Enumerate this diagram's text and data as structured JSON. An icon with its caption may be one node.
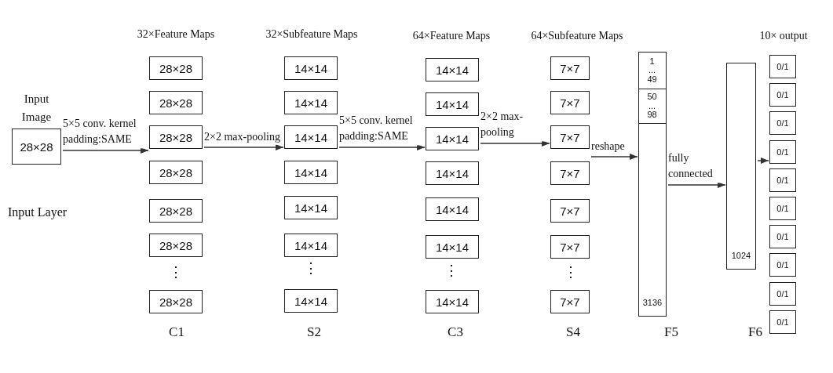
{
  "diagram": {
    "nodes": [
      {
        "text": [
          "Input Image",
          "28×28"
        ]
      },
      {
        "text": [
          "28×28"
        ]
      },
      {
        "text": [
          "28×28"
        ]
      },
      {
        "text": [
          "28×28"
        ]
      },
      {
        "text": [
          "28×28"
        ]
      },
      {
        "text": [
          "28×28"
        ]
      },
      {
        "text": [
          "28×28"
        ]
      },
      {
        "text": [
          "28×28"
        ]
      },
      {
        "text": [
          "14×14"
        ]
      },
      {
        "text": [
          "14×14"
        ]
      },
      {
        "text": [
          "14×14"
        ]
      },
      {
        "text": [
          "14×14"
        ]
      },
      {
        "text": [
          "14×14"
        ]
      },
      {
        "text": [
          "14×14"
        ]
      },
      {
        "text": [
          "14×14"
        ]
      },
      {
        "text": [
          "14×14"
        ]
      },
      {
        "text": [
          "14×14"
        ]
      },
      {
        "text": [
          "14×14"
        ]
      },
      {
        "text": [
          "14×14"
        ]
      },
      {
        "text": [
          "14×14"
        ]
      },
      {
        "text": [
          "14×14"
        ]
      },
      {
        "text": [
          "14×14"
        ]
      },
      {
        "text": [
          "7×7"
        ]
      },
      {
        "text": [
          "7×7"
        ]
      },
      {
        "text": [
          "7×7"
        ]
      },
      {
        "text": [
          "7×7"
        ]
      },
      {
        "text": [
          "7×7"
        ]
      },
      {
        "text": [
          "7×7"
        ]
      },
      {
        "text": [
          "7×7"
        ]
      },
      {
        "text": [
          "3136"
        ]
      },
      {
        "text": [
          "1 ... 49"
        ],
        "in": 29
      },
      {
        "text": [
          "50 ... 98"
        ],
        "in": 29
      },
      {
        "text": [
          "1024"
        ]
      },
      {
        "text": [
          "0/1"
        ]
      },
      {
        "text": [
          "0/1"
        ]
      },
      {
        "text": [
          "0/1"
        ]
      },
      {
        "text": [
          "0/1"
        ]
      },
      {
        "text": [
          "0/1"
        ]
      },
      {
        "text": [
          "0/1"
        ]
      },
      {
        "text": [
          "0/1"
        ]
      },
      {
        "text": [
          "0/1"
        ]
      },
      {
        "text": [
          "0/1"
        ]
      },
      {
        "text": [
          "0/1"
        ]
      }
    ],
    "edges": [
      {
        "from": 0,
        "to": 3,
        "arrow": "to",
        "label": "5×5 conv. kernel padding:SAME"
      },
      {
        "from": 3,
        "to": 10,
        "arrow": "to",
        "label": "2×2 max-pooling"
      },
      {
        "from": 10,
        "to": 17,
        "arrow": "to",
        "label": "5×5 conv. kernel padding:SAME"
      },
      {
        "from": 17,
        "to": 24,
        "arrow": "to",
        "label": "2×2 max-pooling"
      },
      {
        "from": 24,
        "to": 29,
        "arrow": "to",
        "label": "reshape"
      },
      {
        "from": 29,
        "to": 32,
        "arrow": "to",
        "label": "fully connected"
      },
      {
        "from": 32,
        "to": 36,
        "arrow": "to"
      }
    ],
    "labels": [
      "32×Feature Maps",
      "32×Subfeature Maps",
      "64×Feature Maps",
      "64×Subfeature Maps",
      "10× output",
      "Input Layer",
      "⋮",
      "⋮",
      "⋮",
      "⋮",
      "C1",
      "S2",
      "C3",
      "S4",
      "F5",
      "F6"
    ]
  }
}
